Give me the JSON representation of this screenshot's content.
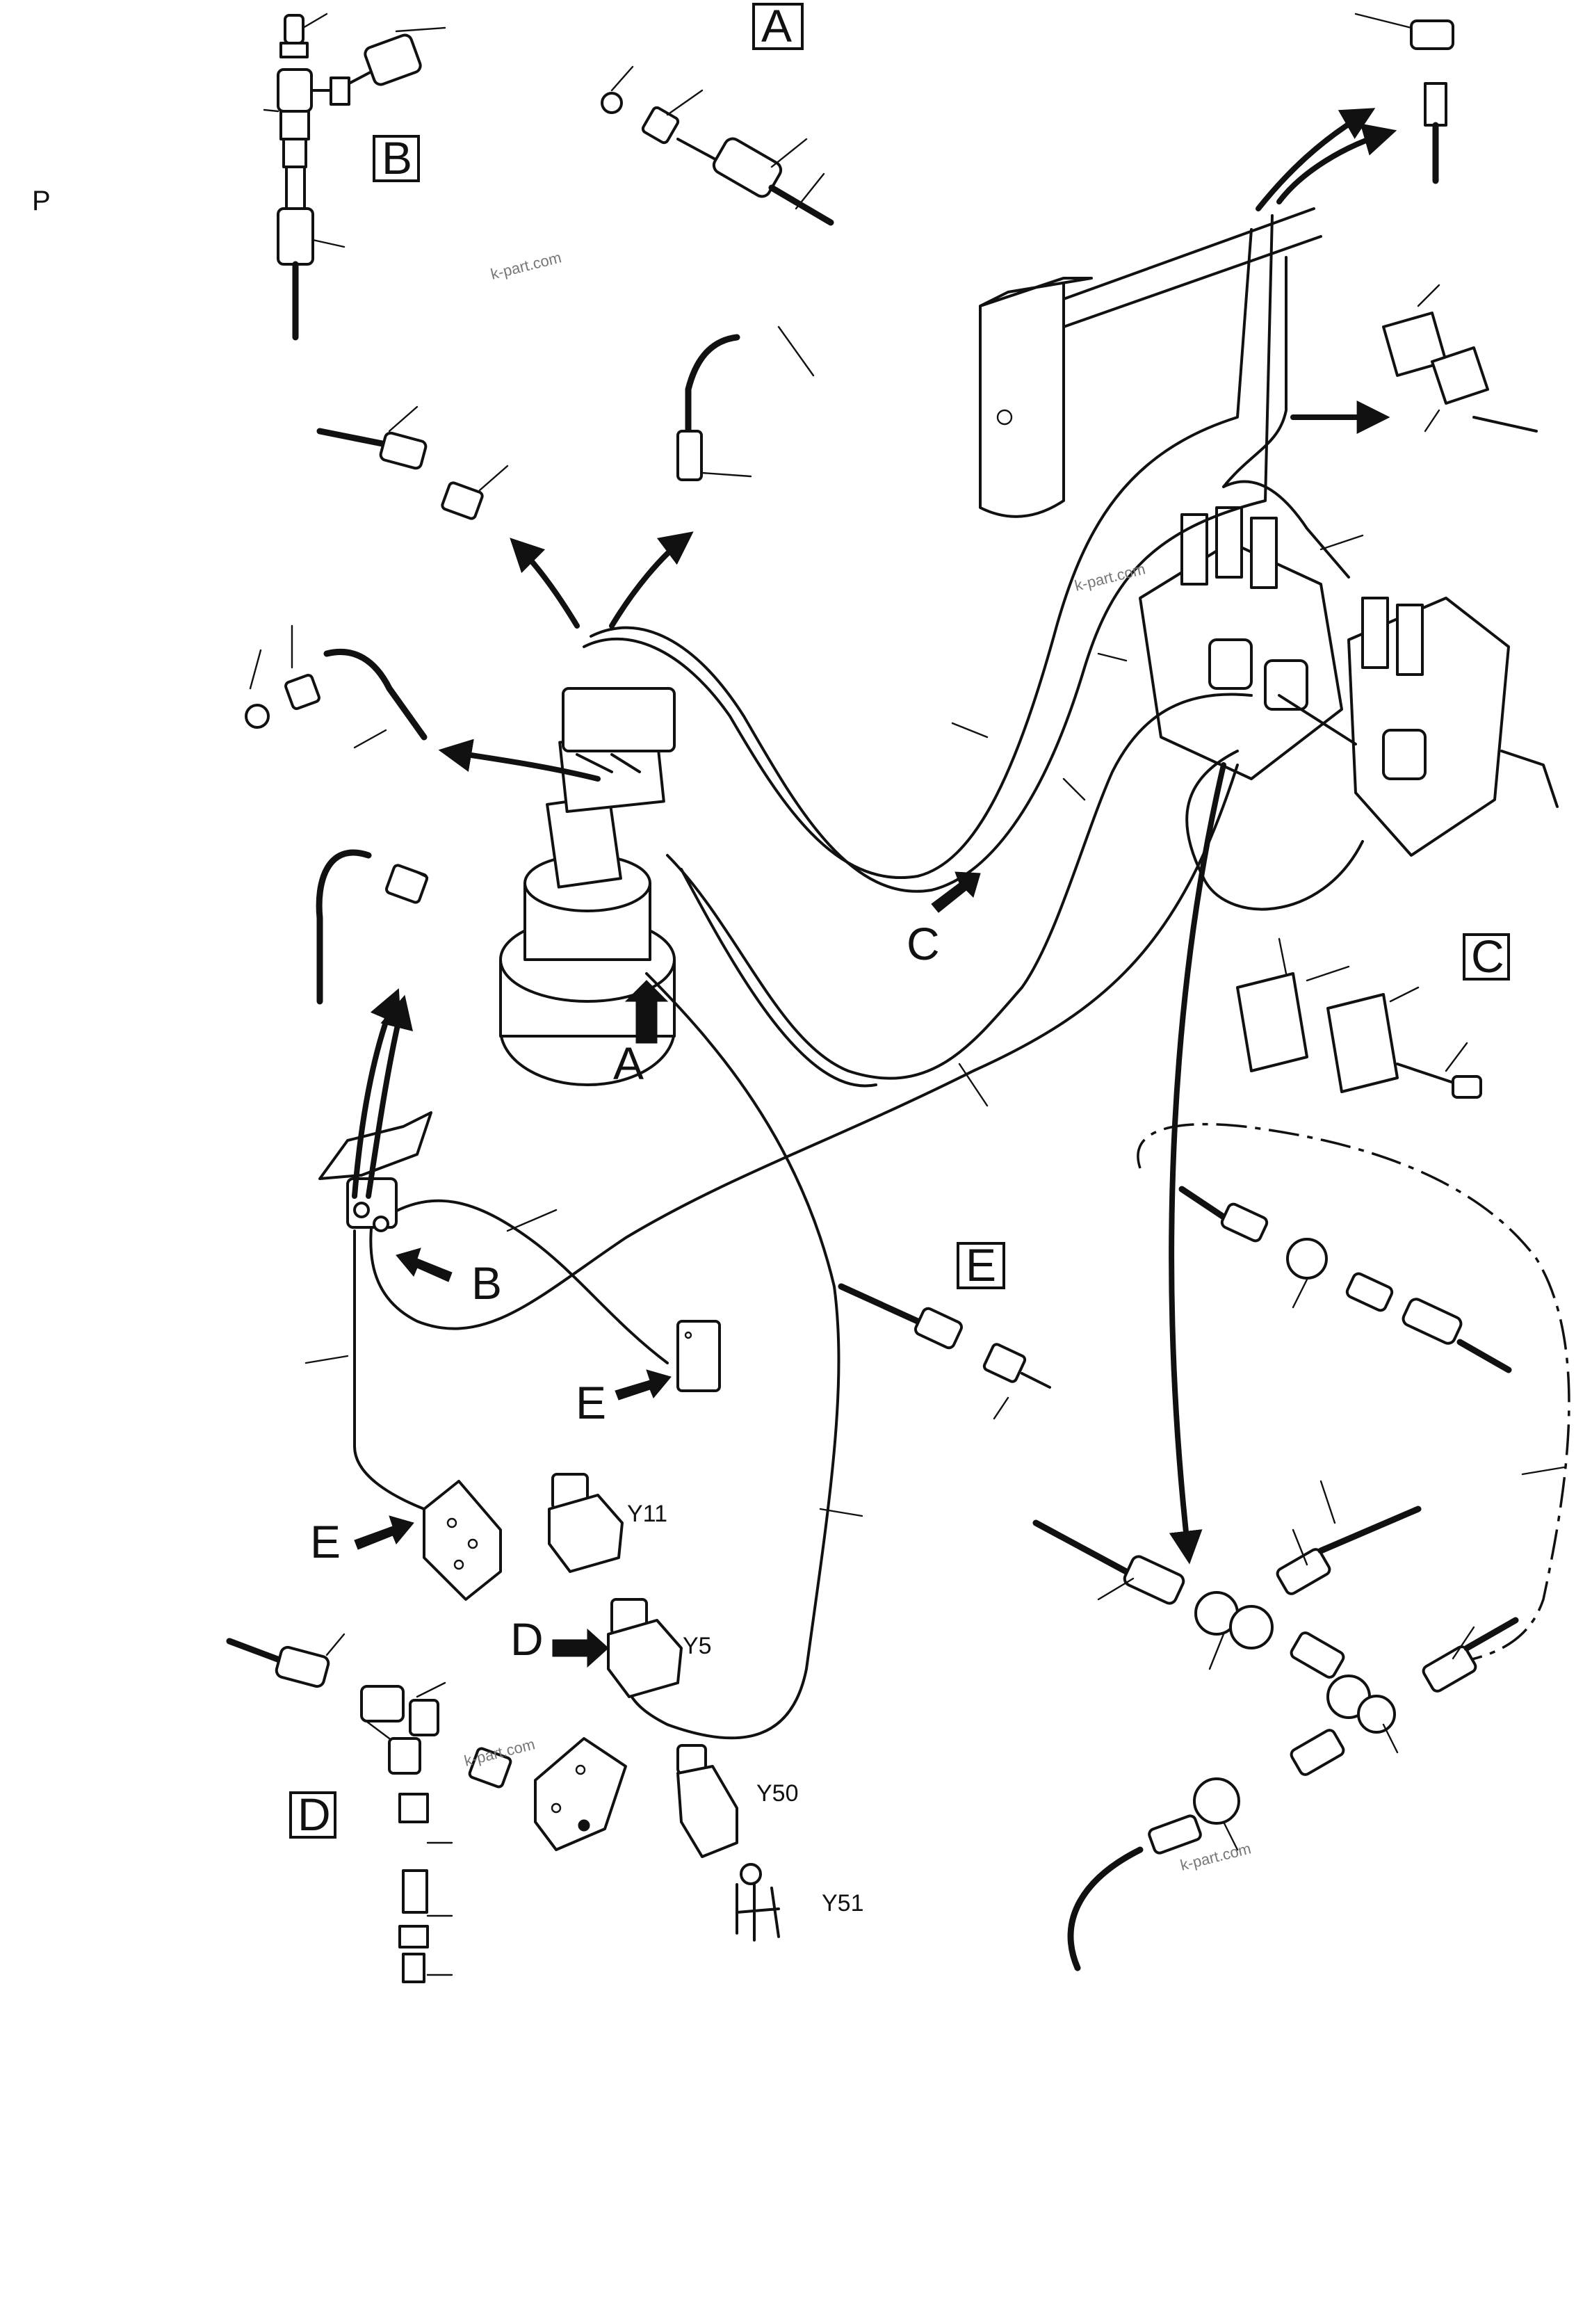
{
  "page": {
    "corner_mark": "P"
  },
  "detail_boxes": {
    "A": "A",
    "B": "B",
    "C": "C",
    "D": "D",
    "E": "E"
  },
  "callouts": {
    "a": "A",
    "b": "B",
    "c": "C",
    "d": "D",
    "e1": "E",
    "e2": "E"
  },
  "components": {
    "y11": "Y11",
    "y5": "Y5",
    "y50": "Y50",
    "y51": "Y51"
  },
  "watermarks": [
    "k-part.com",
    "k-part.com",
    "k-part.com",
    "k-part.com"
  ]
}
